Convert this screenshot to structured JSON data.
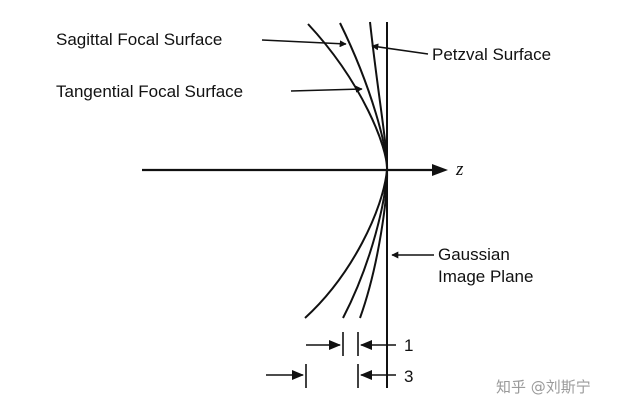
{
  "labels": {
    "sagittal": "Sagittal Focal Surface",
    "tangential": "Tangential Focal Surface",
    "petzval": "Petzval Surface",
    "gaussian_line1": "Gaussian",
    "gaussian_line2": "Image Plane",
    "axis_z": "z",
    "dim_1": "1",
    "dim_3": "3"
  },
  "watermark": "知乎 @刘斯宁",
  "colors": {
    "ink": "#111111",
    "watermark": "#9a9a9a",
    "background": "#ffffff"
  }
}
